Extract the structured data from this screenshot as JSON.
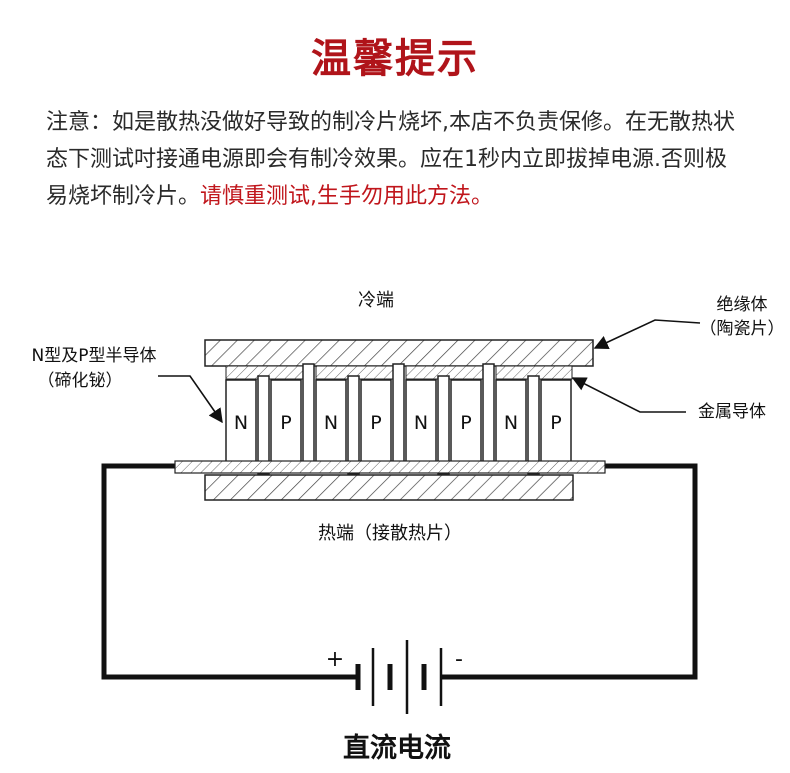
{
  "title": "温馨提示",
  "notice": {
    "text": "注意：如是散热没做好导致的制冷片烧坏,本店不负责保修。在无散热状态下测试吋接通电源即会有制冷效果。应在1秒内立即拔掉电源.否则极易烧坏制冷片。",
    "warning": "请慎重测试,生手勿用此方法。"
  },
  "diagram": {
    "cold_end": "冷端",
    "hot_end": "热端（接散热片）",
    "insulator_line1": "绝缘体",
    "insulator_line2": "（陶瓷片）",
    "semiconductor_line1": "N型及P型半导体",
    "semiconductor_line2": "（碲化铋）",
    "metal_conductor": "金属导体",
    "elements": [
      "N",
      "P",
      "N",
      "P",
      "N",
      "P",
      "N",
      "P"
    ],
    "plus": "+",
    "minus": "-",
    "dc_label": "直流电流"
  },
  "colors": {
    "title": "#b0141a",
    "warning": "#c0151b"
  }
}
